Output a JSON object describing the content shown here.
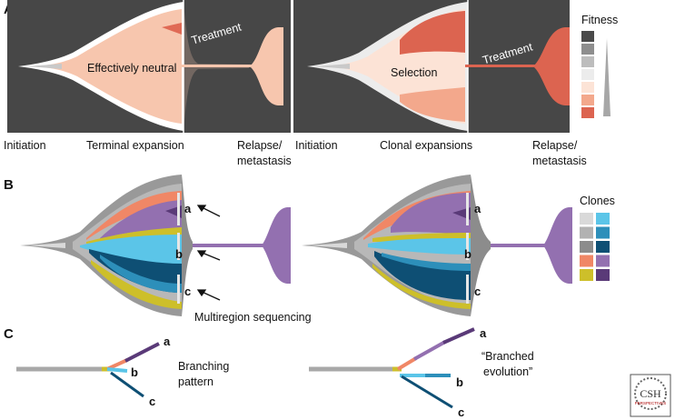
{
  "panels": {
    "a": "A",
    "b": "B",
    "c": "C"
  },
  "panel_a": {
    "left": {
      "center_label": "Effectively neutral",
      "treatment": "Treatment"
    },
    "right": {
      "center_label": "Selection",
      "treatment": "Treatment"
    },
    "axis_labels_left": [
      "Initiation",
      "Terminal expansion",
      "Relapse/",
      "metastasis"
    ],
    "axis_labels_right": [
      "Initiation",
      "Clonal expansions",
      "Relapse/",
      "metastasis"
    ]
  },
  "fitness_legend": {
    "title": "Fitness",
    "colors": [
      "#4a4a4a",
      "#8e8e8e",
      "#bdbdbd",
      "#ececec",
      "#fce3d6",
      "#f3a88c",
      "#dc6450"
    ]
  },
  "panel_b": {
    "region_labels": [
      "a",
      "b",
      "c"
    ],
    "annotation": "Multiregion sequencing"
  },
  "clones_legend": {
    "title": "Clones",
    "left_colors": [
      "#d9d9d9",
      "#b2b2b2",
      "#8c8c8c",
      "#f08766",
      "#cdbf2a"
    ],
    "right_colors": [
      "#5bc5e8",
      "#2d8fba",
      "#0e4f74",
      "#9370b0",
      "#5a3a78"
    ]
  },
  "panel_c": {
    "left_title_lines": [
      "Branching",
      "pattern"
    ],
    "right_title_lines": [
      "“Branched",
      "evolution”"
    ],
    "branch_labels": [
      "a",
      "b",
      "c"
    ]
  },
  "logo": {
    "text": "CSH",
    "subtext": "PERSPECTIVES"
  }
}
